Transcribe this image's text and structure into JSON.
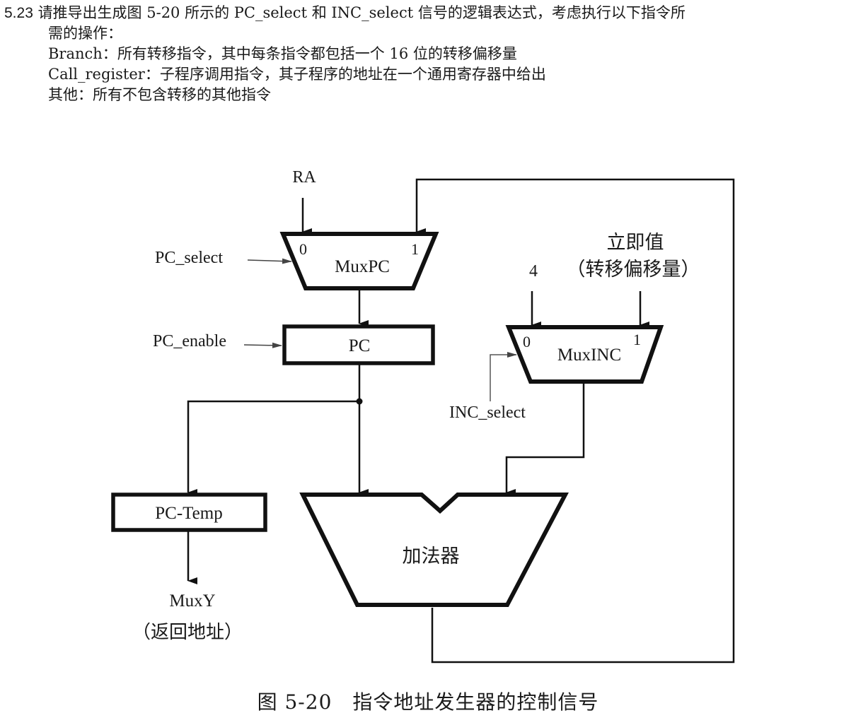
{
  "problem": {
    "number": "5.23",
    "intro_line1": "请推导出生成图 5-20 所示的 PC_select 和 INC_select 信号的逻辑表达式，考虑执行以下指令所",
    "intro_line2": "需的操作：",
    "items": [
      {
        "label": "Branch：",
        "text": "所有转移指令，其中每条指令都包括一个 16 位的转移偏移量"
      },
      {
        "label": "Call_register：",
        "text": "子程序调用指令，其子程序的地址在一个通用寄存器中给出"
      },
      {
        "label": "其他：",
        "text": "所有不包含转移的其他指令"
      }
    ]
  },
  "diagram": {
    "ra_label": "RA",
    "muxpc": {
      "name": "MuxPC",
      "in0": "0",
      "in1": "1",
      "control": "PC_select"
    },
    "pc": {
      "name": "PC",
      "control": "PC_enable"
    },
    "muxinc": {
      "name": "MuxINC",
      "in0": "0",
      "in1": "1",
      "control": "INC_select",
      "in0_source": "4",
      "in1_source_line1": "立即值",
      "in1_source_line2": "（转移偏移量）"
    },
    "pc_temp": {
      "name": "PC-Temp"
    },
    "muxy": {
      "line1": "MuxY",
      "line2": "（返回地址）"
    },
    "adder": {
      "name": "加法器"
    }
  },
  "caption": "图 5-20　指令地址发生器的控制信号"
}
